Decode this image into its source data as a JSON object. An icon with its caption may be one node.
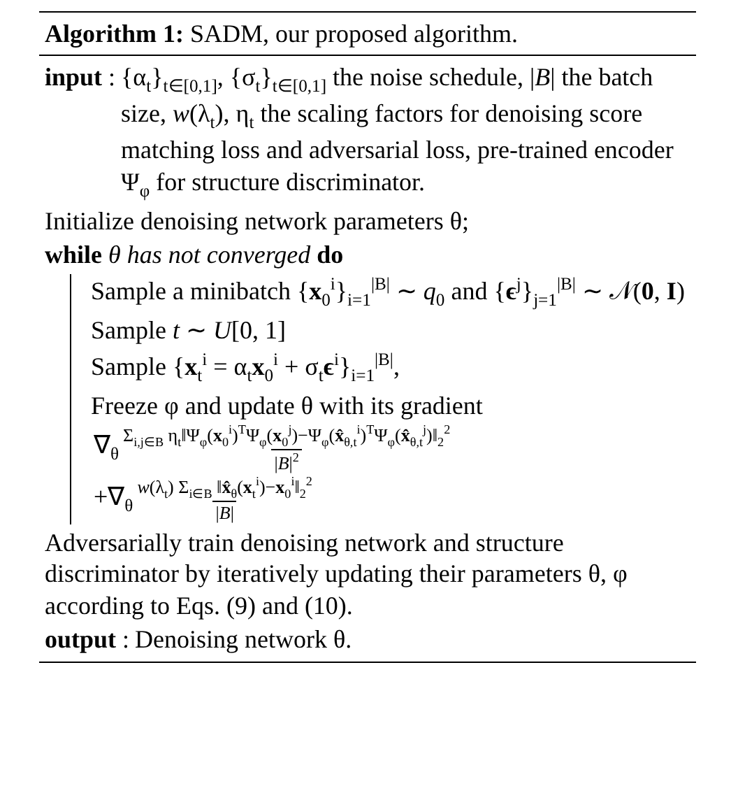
{
  "diagram": {
    "title": "**Algorithm 1:** SADM, our proposed algorithm.",
    "labels": [
      "**input** :",
      "{α$_{t}$}$_{t∈[0,1]}$, {σ$_{t}$}$_{t∈[0,1]}$ the noise schedule, |*B*| the batch size, *w*(λ$_{t}$), η$_{t}$ the scaling factors for denoising score matching loss and adversarial loss, pre-trained encoder Ψ$_{φ}$ for structure discriminator.",
      "Initialize denoising network parameters θ;",
      "**while** *θ has not converged* **do**",
      "Sample a minibatch {**x**$_{0}$$^{i}$}$_{i=1}$$^{|B|}$ ∼ *q*$_{0}$ and {**ϵ**$^{j}$}$_{j=1}$$^{|B|}$ ∼ 𝒩(**0**, **I**)",
      "Sample *t* ∼ *U*[0, 1]",
      "Sample {**x**$_{t}$$^{i}$ = α$_{t}$**x**$_{0}$$^{i}$ + σ$_{t}$**ϵ**$^{i}$}$_{i=1}$$^{|B|}$,",
      "Freeze φ and update θ with its gradient",
      "∇$_{θ}$",
      "Σ$_{i,j∈B}$ η$_{t}$‖Ψ$_{φ}$(**x**$_{0}$$^{i}$)$^{T}$Ψ$_{φ}$(**x**$_{0}$$^{j}$)−Ψ$_{φ}$(**x̂**$_{θ,t}$$^{i}$)$^{T}$Ψ$_{φ}$(**x̂**$_{θ,t}$$^{j}$)‖$_{2}$$^{2}$",
      "|*B*|$^{2}$",
      "+∇$_{θ}$",
      "*w*(λ$_{t}$) Σ$_{i∈B}$ ‖**x̂**$_{θ}$(**x**$_{t}$$^{i}$)−**x**$_{0}$$^{i}$‖$_{2}$$^{2}$",
      "|*B*|",
      "Adversarially train denoising network and structure discriminator by iteratively updating their parameters θ, φ according to Eqs. (9) and (10).",
      "**output** :",
      "Denoising network θ."
    ]
  }
}
